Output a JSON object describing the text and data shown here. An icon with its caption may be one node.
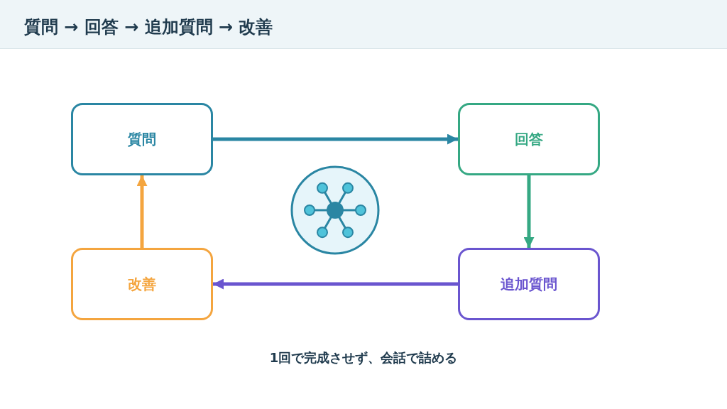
{
  "diagram": {
    "title": "質問 → 回答 → 追加質問 → 改善",
    "caption": "1回で完成させず、会話で詰める",
    "nodes": [
      {
        "text": [
          "質問"
        ]
      },
      {
        "text": [
          "回答"
        ]
      },
      {
        "text": [
          "追加質問"
        ]
      },
      {
        "text": [
          "改善"
        ]
      }
    ],
    "edges": [
      {
        "from": 0,
        "to": 1,
        "arrow": "to",
        "color": "#2a86a3"
      },
      {
        "from": 1,
        "to": 2,
        "arrow": "to",
        "color": "#35a883"
      },
      {
        "from": 2,
        "to": 3,
        "arrow": "to",
        "color": "#6a55cf"
      },
      {
        "from": 3,
        "to": 0,
        "arrow": "to",
        "color": "#f4a53f"
      }
    ]
  }
}
